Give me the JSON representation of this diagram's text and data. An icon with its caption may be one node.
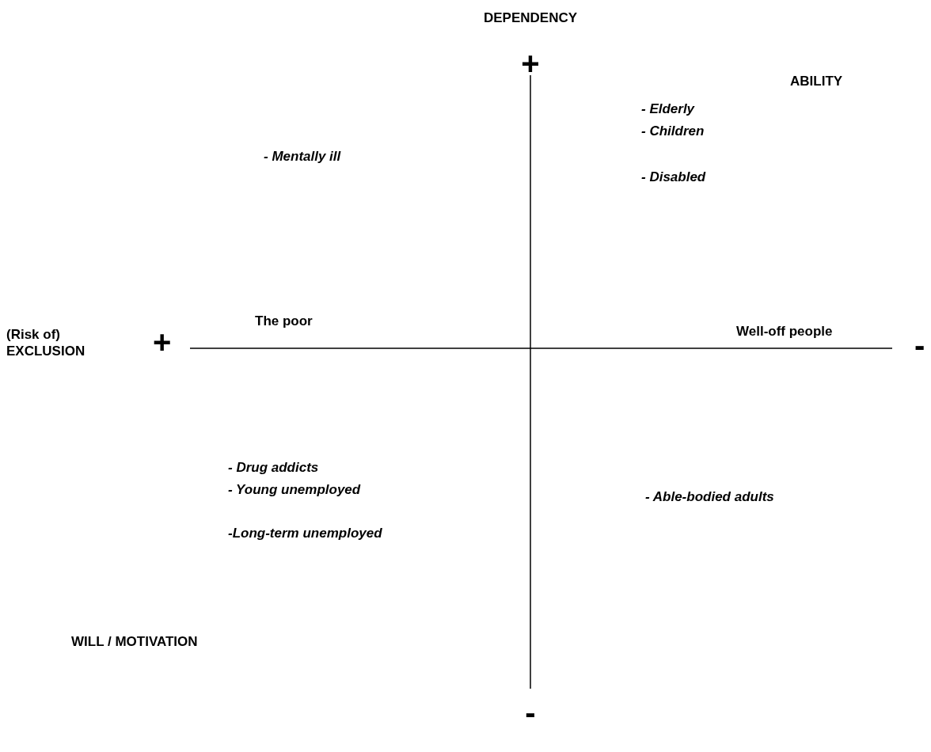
{
  "diagram": {
    "labels": [
      "DEPENDENCY",
      "+",
      "ABILITY",
      "- Elderly",
      "- Children",
      "- Mentally ill",
      "- Disabled",
      "The poor",
      "(Risk of) EXCLUSION",
      "+",
      "Well-off people",
      "-",
      "- Drug addicts",
      "- Young unemployed",
      "- Able-bodied adults",
      "-Long-term unemployed",
      "WILL / MOTIVATION",
      "-"
    ]
  }
}
